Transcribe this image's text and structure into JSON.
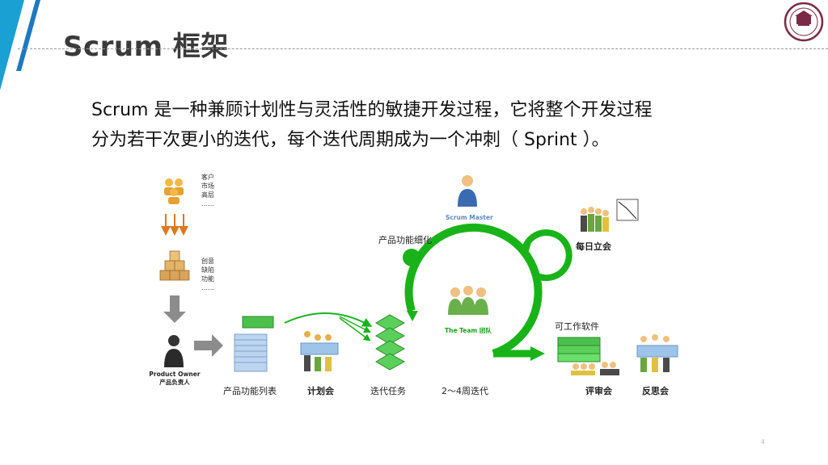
{
  "slide": {
    "title": "Scrum 框架",
    "intro_line1": "Scrum 是一种兼顾计划性与灵活性的敏捷开发过程，它将整个开发过程",
    "intro_line2": "分为若干次更小的迭代，每个迭代周期成为一个冲刺（ Sprint ）。",
    "page_number": "4"
  },
  "diagram": {
    "stakeholders": [
      "客户",
      "市场",
      "高层",
      "……"
    ],
    "inputs": [
      "创意",
      "缺陷",
      "功能",
      "……"
    ],
    "product_owner_en": "Product Owner",
    "product_owner_cn": "产品负责人",
    "product_backlog": "产品功能列表",
    "planning_meeting": "计划会",
    "sprint_backlog": "迭代任务",
    "sprint_length": "2～4周迭代",
    "backlog_refinement": "产品功能细化",
    "scrum_master": "Scrum Master",
    "team_en": "The Team",
    "team_cn": "团队",
    "daily_standup": "每日立会",
    "working_software": "可工作软件",
    "review_meeting": "评审会",
    "retrospective": "反思会"
  },
  "colors": {
    "accent_blue": "#1e90c8",
    "green": "#19b319",
    "orange": "#e07820",
    "gray_arrow": "#8c8c8c"
  }
}
